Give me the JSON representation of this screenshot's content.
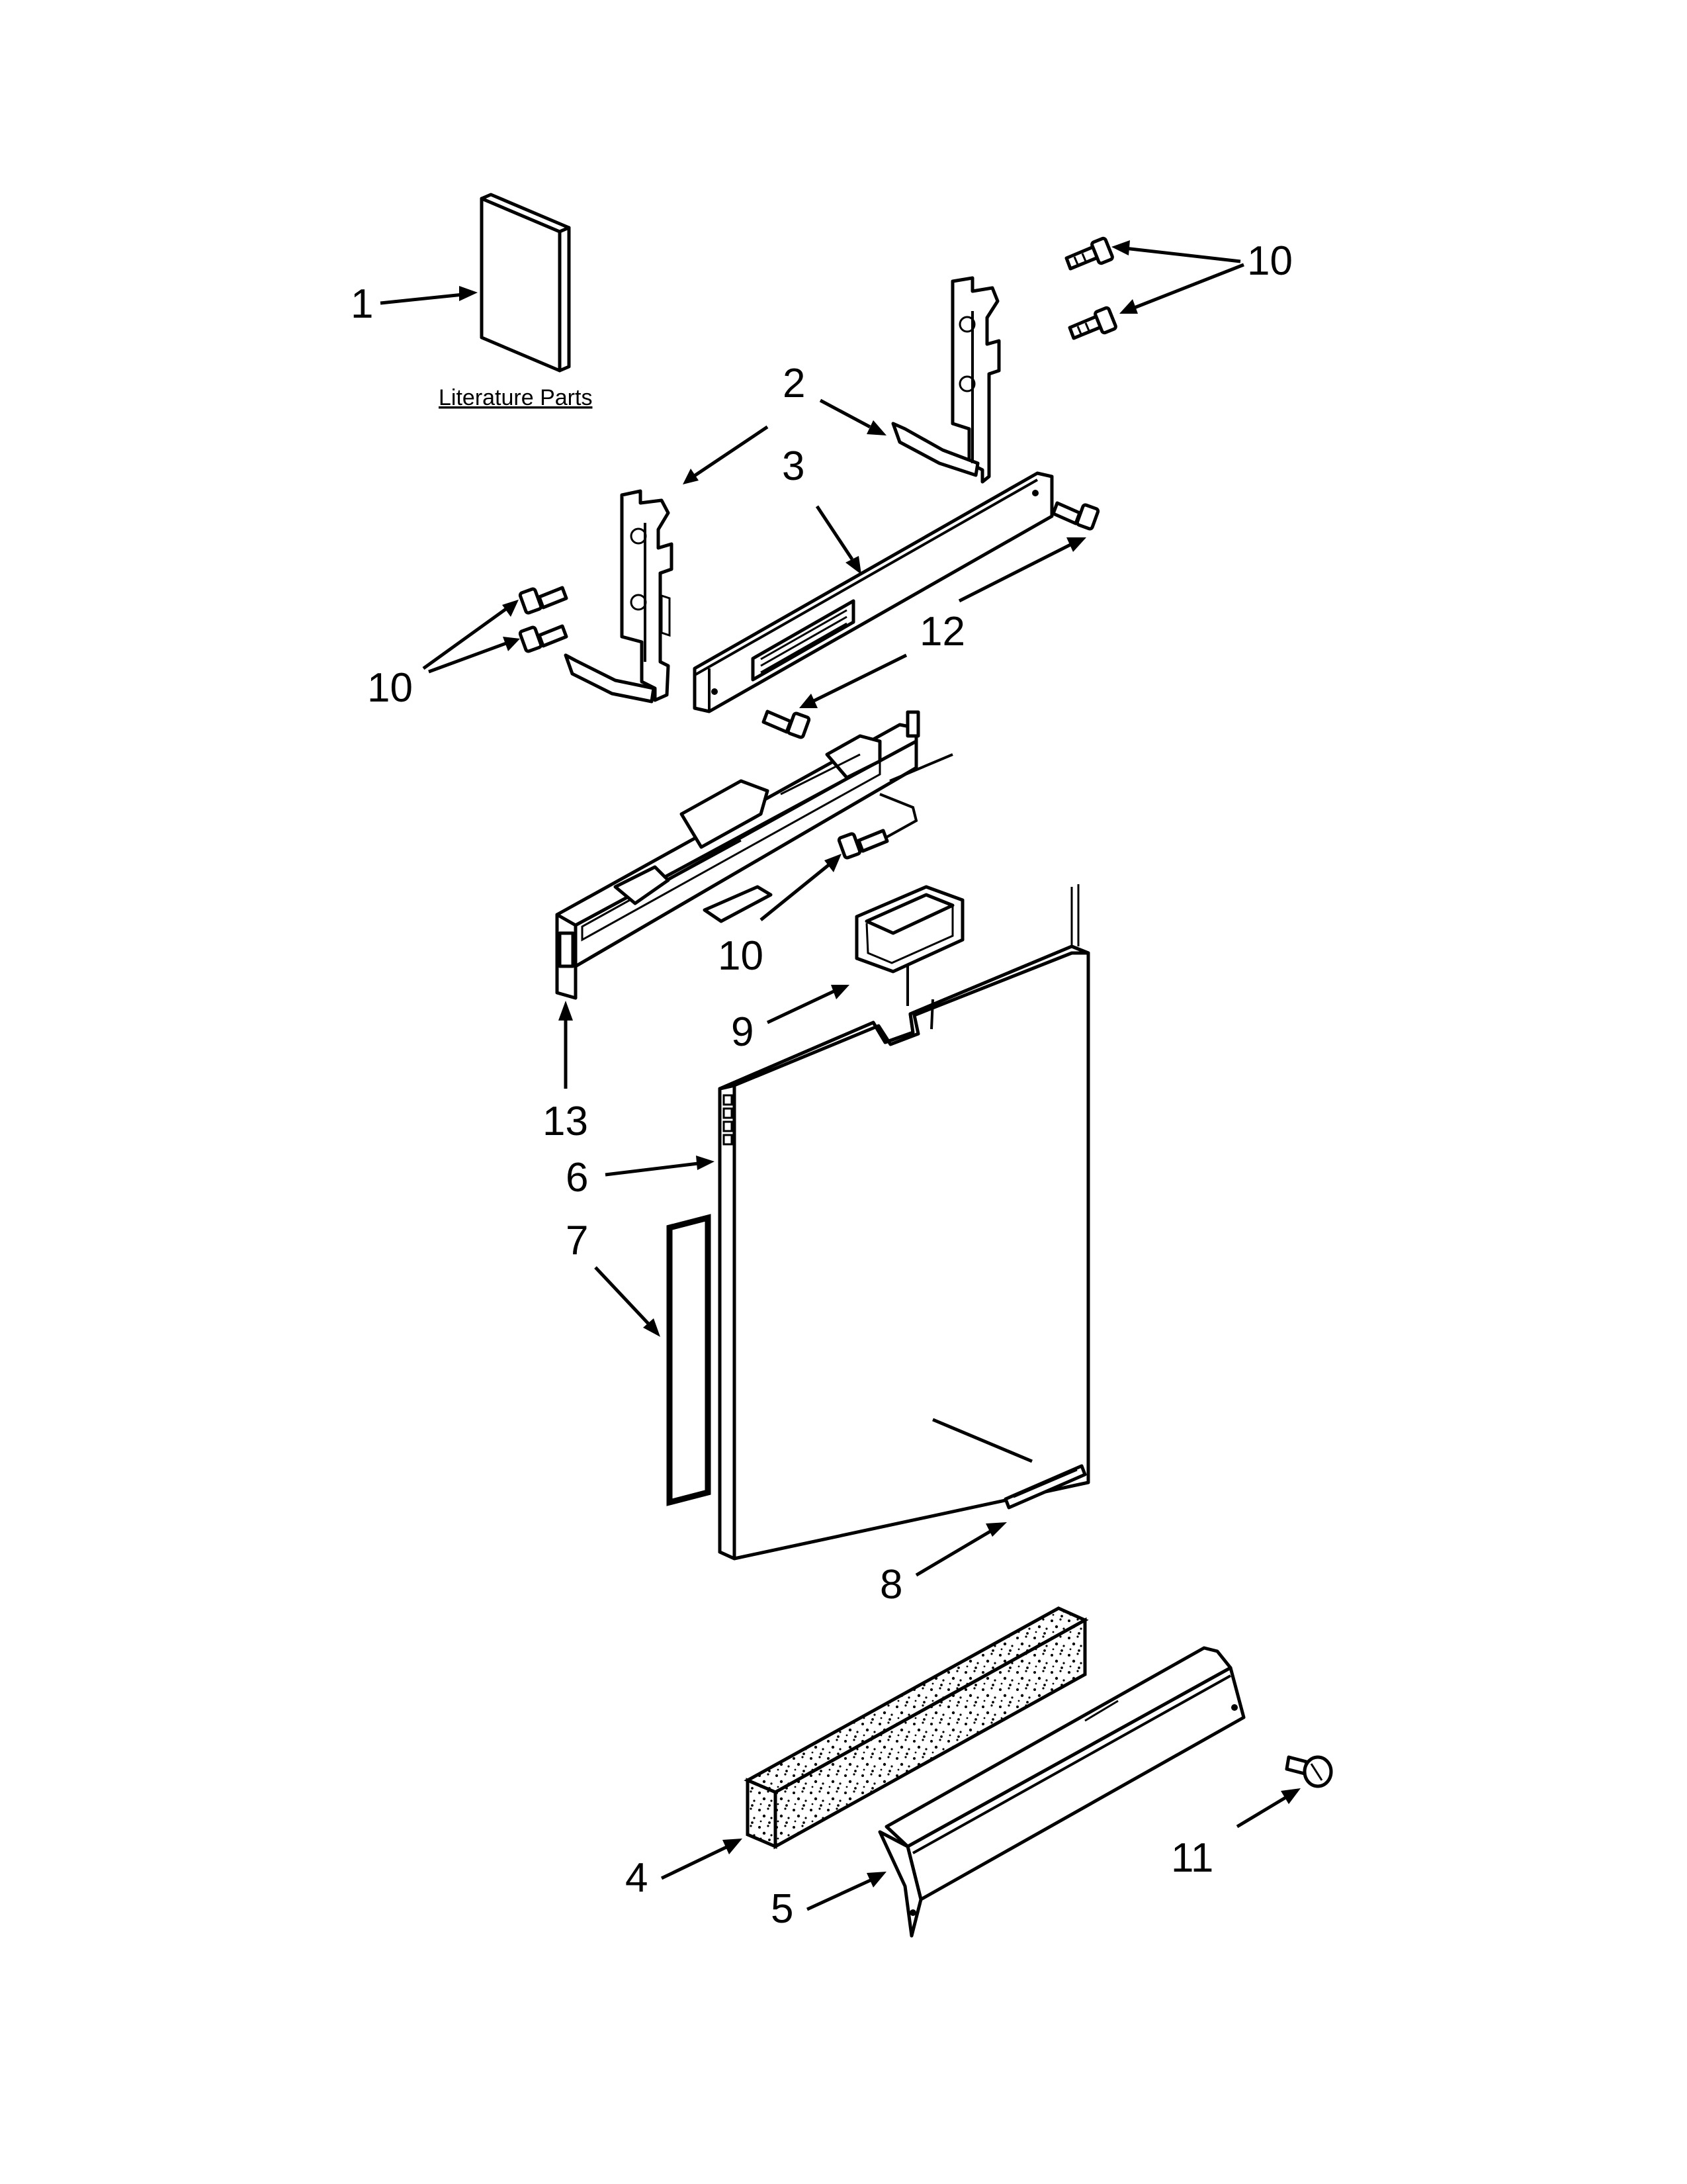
{
  "literature_label": "Literature Parts",
  "callouts": {
    "c1": "1",
    "c2": "2",
    "c3": "3",
    "c4": "4",
    "c5": "5",
    "c6": "6",
    "c7": "7",
    "c8": "8",
    "c9": "9",
    "c10_top": "10",
    "c10_left": "10",
    "c10_mid": "10",
    "c11": "11",
    "c12": "12",
    "c13": "13"
  }
}
